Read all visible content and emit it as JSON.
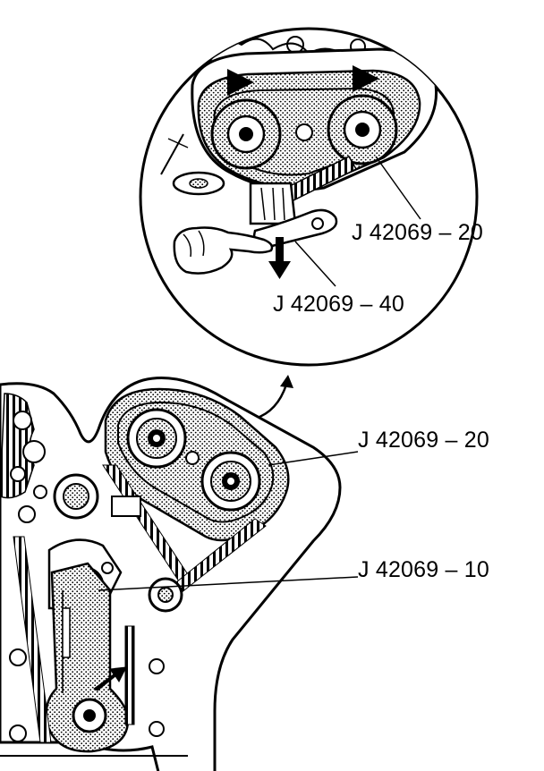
{
  "callouts": {
    "detail_j42069_20": "J 42069 – 20",
    "detail_j42069_40": "J 42069 – 40",
    "main_j42069_20": "J 42069 – 20",
    "main_j42069_10": "J 42069 – 10"
  },
  "colors": {
    "ink": "#000000",
    "stipple": "#9a9a9a",
    "paper": "#ffffff"
  },
  "icons": {
    "detail_belt_arrows": "arrow-right-icon",
    "pull_direction": "arrow-down-icon",
    "leader_to_detail": "curved-arrow-icon",
    "tensioner_direction": "arrow-up-right-icon"
  }
}
